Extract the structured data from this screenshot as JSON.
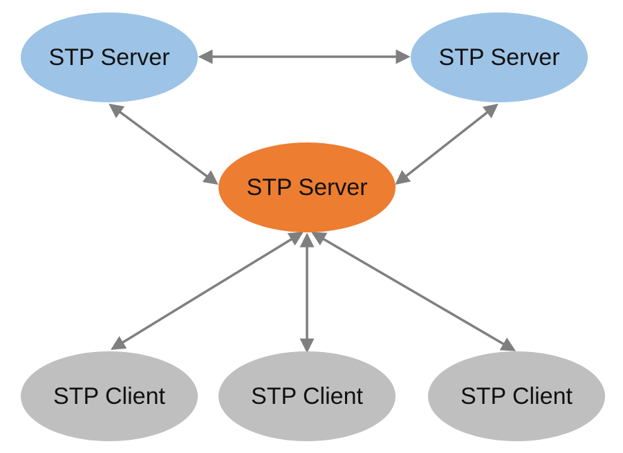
{
  "nodes": {
    "server_top_left": {
      "label": "STP Server",
      "color": "#9dc3e6"
    },
    "server_top_right": {
      "label": "STP Server",
      "color": "#9dc3e6"
    },
    "server_center": {
      "label": "STP Server",
      "color": "#ed7d31"
    },
    "client_left": {
      "label": "STP Client",
      "color": "#bfbfbf"
    },
    "client_middle": {
      "label": "STP Client",
      "color": "#bfbfbf"
    },
    "client_right": {
      "label": "STP Client",
      "color": "#bfbfbf"
    }
  },
  "edges": [
    {
      "from": "server_top_left",
      "to": "server_top_right",
      "direction": "bidirectional"
    },
    {
      "from": "server_top_left",
      "to": "server_center",
      "direction": "bidirectional"
    },
    {
      "from": "server_top_right",
      "to": "server_center",
      "direction": "bidirectional"
    },
    {
      "from": "server_center",
      "to": "client_left",
      "direction": "bidirectional"
    },
    {
      "from": "server_center",
      "to": "client_middle",
      "direction": "bidirectional"
    },
    {
      "from": "server_center",
      "to": "client_right",
      "direction": "bidirectional"
    }
  ],
  "edge_color": "#7f7f7f"
}
